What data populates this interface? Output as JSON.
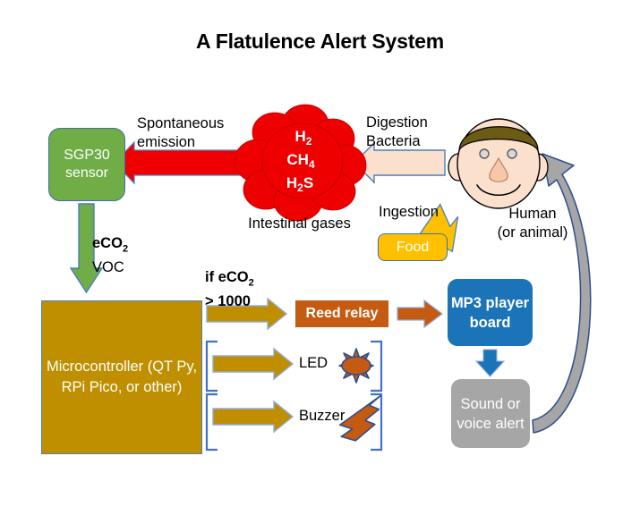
{
  "title": "A Flatulence Alert System",
  "nodes": {
    "sensor": {
      "label": "SGP30\nsensor",
      "color": "#70AD47"
    },
    "microcontroller": {
      "label": "Microcontroller\n(QT Py, RPi Pico,\nor other)",
      "color": "#BF8F00"
    },
    "food": {
      "label": "Food",
      "color": "#FFC000"
    },
    "reed_relay": {
      "label": "Reed relay",
      "color": "#C55A11"
    },
    "mp3_player": {
      "label": "MP3\nplayer\nboard",
      "color": "#1B73B8"
    },
    "sound_alert": {
      "label": "Sound or\nvoice\nalert",
      "color": "#A6A6A6"
    },
    "human": {
      "label": "Human\n(or animal)",
      "skin": "#FBE0CE",
      "hair": "#6B5B15"
    },
    "gas_cloud": {
      "caption": "Intestinal gases",
      "color": "#EE0000",
      "gases": [
        {
          "formula": "H",
          "subscript": "2"
        },
        {
          "formula": "CH",
          "subscript": "4"
        },
        {
          "formula": "H",
          "subscript": "2",
          "suffix": "S"
        }
      ]
    },
    "led": {
      "label": "LED",
      "icon": "sun-burst-icon",
      "icon_fill": "#C55A11",
      "icon_stroke": "#2E4E8F"
    },
    "buzzer": {
      "label": "Buzzer",
      "icon": "lightning-bolt-icon",
      "icon_fill": "#C55A11",
      "icon_stroke": "#2E4E8F"
    }
  },
  "arrow_labels": {
    "spontaneous_emission": "Spontaneous\nemission",
    "digestion_bacteria": "Digestion\nBacteria",
    "ingestion": "Ingestion",
    "eco2_voc_bold": "eCO",
    "eco2_voc_sub": "2",
    "voc": "VOC",
    "condition_line1_a": "if eCO",
    "condition_line1_sub": "2",
    "condition_line2": "> 1000"
  },
  "colors": {
    "arrow_gold": "#BF8F00",
    "arrow_green": "#70AD47",
    "arrow_red": "#EE0000",
    "arrow_peach": "#FBE0CE",
    "arrow_yellow": "#FFC000",
    "arrow_orange": "#C55A11",
    "arrow_blue": "#1B73B8",
    "arrow_gray": "#A6A6A6",
    "outline_blue": "#4a7ebb",
    "bracket_blue": "#4472C4",
    "text_black": "#000000",
    "text_white": "#FFFFFF"
  }
}
